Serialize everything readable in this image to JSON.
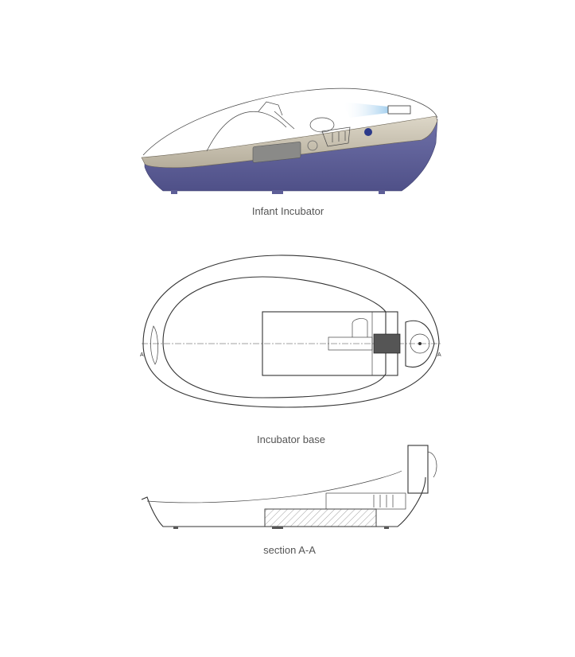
{
  "figures": {
    "side_view": {
      "caption": "Infant Incubator"
    },
    "plan_view": {
      "caption": "Incubator base",
      "section_marker": "A"
    },
    "section_view": {
      "caption": "section A-A"
    }
  },
  "colors": {
    "body": "#5d5e97",
    "band": "#c9c2b2",
    "line": "#333333"
  }
}
